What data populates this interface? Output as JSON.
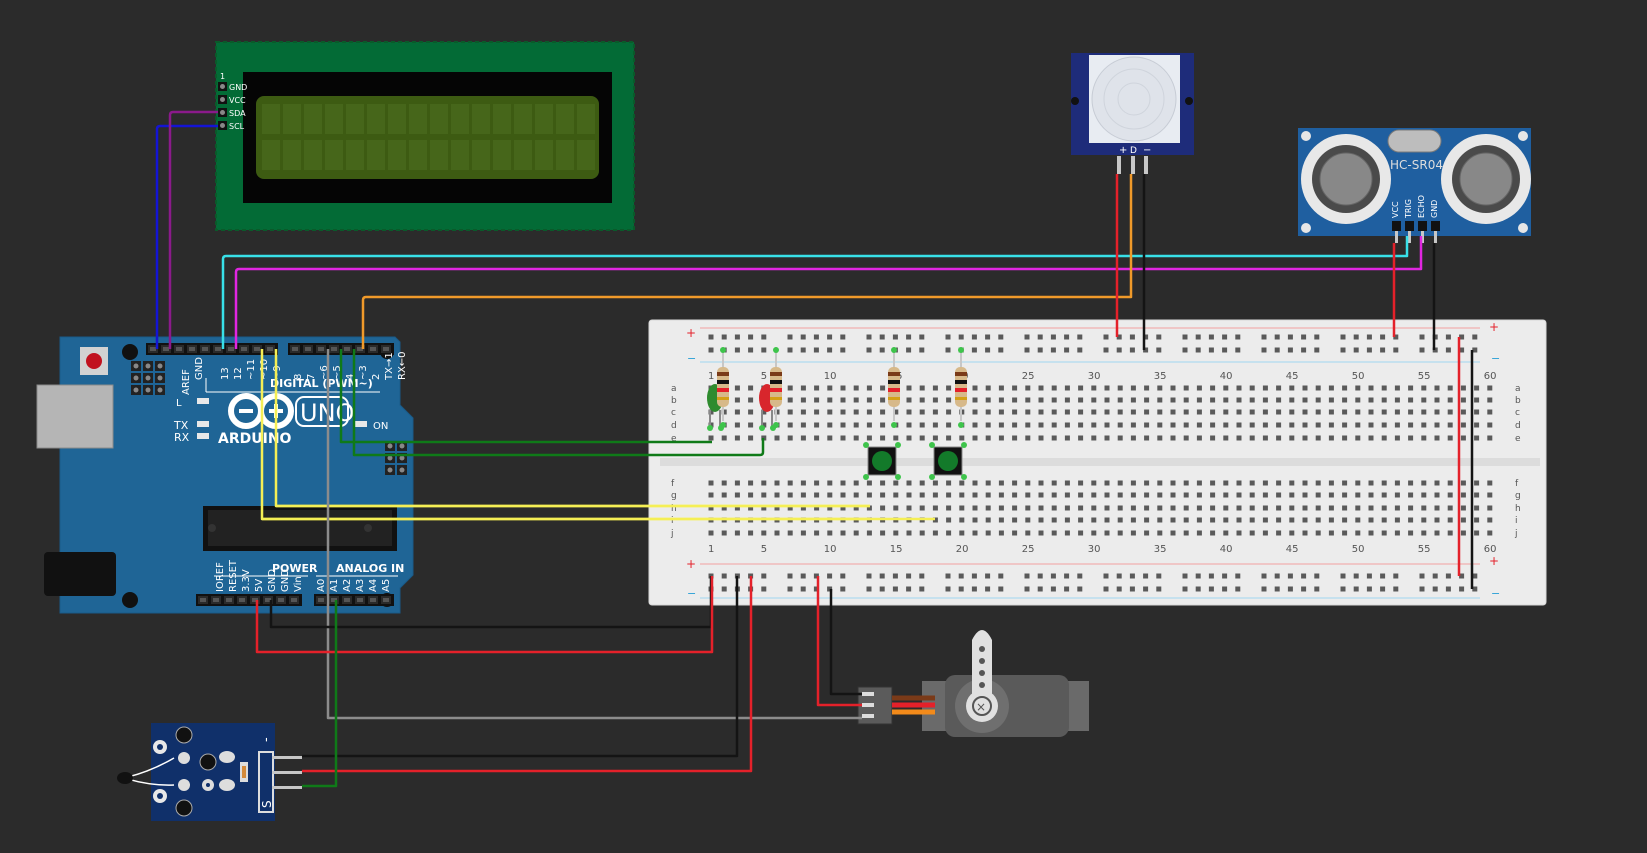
{
  "lcd": {
    "pin_index": "1",
    "pins": [
      "GND",
      "VCC",
      "SDA",
      "SCL"
    ]
  },
  "pir": {
    "pins": [
      "+",
      "D",
      "−"
    ]
  },
  "ultrasonic": {
    "name": "HC-SR04",
    "pins": [
      "VCC",
      "TRIG",
      "ECHO",
      "GND"
    ]
  },
  "arduino": {
    "brand": "ARDUINO",
    "model": "UNO",
    "aref": "AREF",
    "gnd": "GND",
    "digital_pins": [
      "13",
      "12",
      "~11",
      "~10",
      "~9",
      "8",
      "7",
      "~6",
      "~5",
      "4",
      "~3",
      "2",
      "TX→1",
      "RX←0"
    ],
    "digital_label": "DIGITAL (PWM~)",
    "l_led": "L",
    "tx": "TX",
    "rx": "RX",
    "on": "ON",
    "power_pins": [
      "IOREF",
      "RESET",
      "3.3V",
      "5V",
      "GND",
      "GND",
      "Vin"
    ],
    "analog_pins": [
      "A0",
      "A1",
      "A2",
      "A3",
      "A4",
      "A5"
    ],
    "power_label": "POWER",
    "analog_label": "ANALOG IN"
  },
  "breadboard": {
    "col_numbers": [
      "1",
      "5",
      "10",
      "15",
      "20",
      "25",
      "30",
      "35",
      "40",
      "45",
      "50",
      "55",
      "60"
    ],
    "rows_top": [
      "a",
      "b",
      "c",
      "d",
      "e"
    ],
    "rows_bottom": [
      "f",
      "g",
      "h",
      "i",
      "j"
    ],
    "plus": "+",
    "minus": "−"
  },
  "temp_sensor": {
    "pin_minus": "-",
    "pin_signal": "S"
  },
  "colors": {
    "background": "#2b2b2b",
    "arduino_blue": "#1f6596",
    "lcd_green": "#036b36",
    "lcd_screen": "#3d5b12",
    "wire_red": "#e4212a",
    "wire_black": "#141414",
    "wire_blue": "#1414d4",
    "wire_purple": "#8a1a8a",
    "wire_cyan": "#38e0e8",
    "wire_magenta": "#e026e0",
    "wire_orange": "#f09a2a",
    "wire_yellow": "#f5ef55",
    "wire_green": "#0f7a18",
    "wire_gray": "#8c8c8c"
  }
}
